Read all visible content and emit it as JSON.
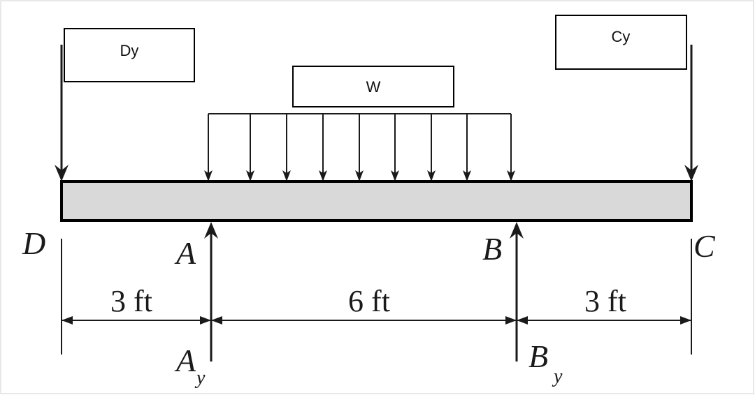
{
  "labels": {
    "dy": "Dy",
    "cy": "Cy",
    "w": "W"
  },
  "points": {
    "d": "D",
    "a": "A",
    "b": "B",
    "c": "C"
  },
  "reactions": {
    "ay_main": "A",
    "ay_sub": "y",
    "by_main": "B",
    "by_sub": "y"
  },
  "dimensions": {
    "left": "3 ft",
    "middle": "6 ft",
    "right": "3 ft"
  },
  "colors": {
    "ink": "#1a1a1a",
    "beam_fill": "#d9d9d9"
  }
}
